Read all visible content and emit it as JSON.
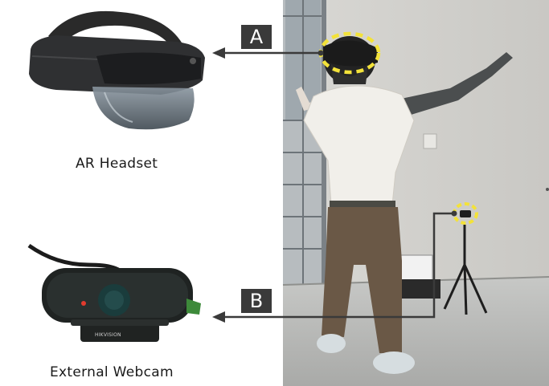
{
  "figure": {
    "headset_caption": "AR Headset",
    "webcam_caption": "External Webcam",
    "callouts": {
      "a_label": "A",
      "b_label": "B"
    },
    "webcam_brand": "HIKVISION"
  },
  "colors": {
    "highlight": "#f3e23a",
    "callout_box": "#3a3a3a",
    "arrow": "#3a3a3a"
  },
  "icons": [
    "ar-headset-photo",
    "webcam-photo",
    "person-photo"
  ]
}
